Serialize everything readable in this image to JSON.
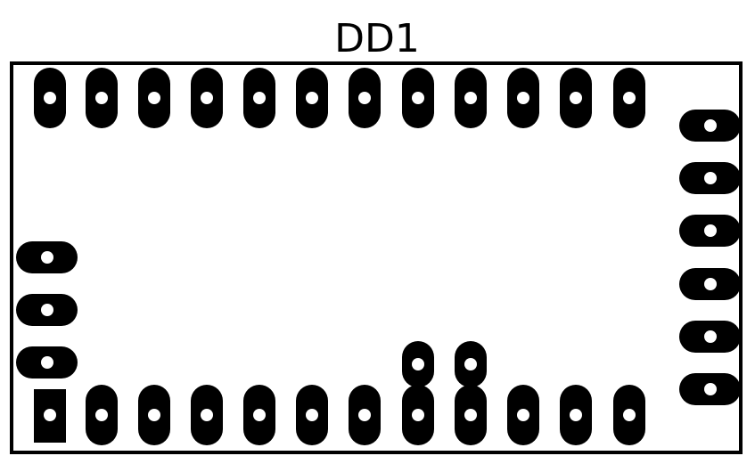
{
  "component": {
    "designator": "DD1",
    "colors": {
      "outline": "#000000",
      "pad": "#000000",
      "drill": "#ffffff",
      "background": "#ffffff"
    },
    "pad_groups": [
      {
        "name": "top-row-pads",
        "count": 12,
        "shape": "oblong-vertical"
      },
      {
        "name": "bottom-row-pads",
        "count": 12,
        "shape": "oblong-vertical",
        "first_pad_shape": "square"
      },
      {
        "name": "left-side-pads",
        "count": 3,
        "shape": "oblong-horizontal"
      },
      {
        "name": "right-side-pads",
        "count": 6,
        "shape": "oblong-horizontal"
      },
      {
        "name": "inner-pads",
        "count": 2,
        "shape": "oblong-vertical-small"
      }
    ]
  }
}
